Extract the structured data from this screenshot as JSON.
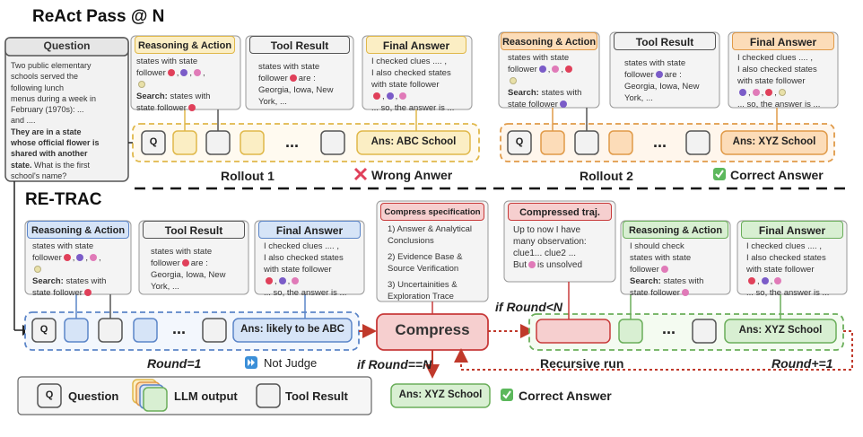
{
  "titles": {
    "react": "ReAct  Pass @ N",
    "retrac": "RE-TRAC"
  },
  "question": {
    "header": "Question",
    "lines": [
      "Two public elementary",
      "schools  served the",
      "following lunch",
      "menus during a week in",
      "February (1970s):  ...",
      "and ...."
    ],
    "bold_lines": [
      "They are in a state",
      "whose official flower is",
      "shared with another",
      "state.",
      "What is the first"
    ],
    "tail": "school's name?"
  },
  "reasoning": {
    "header": "Reasoning & Action",
    "line1": "states with state",
    "line2": "follower",
    "search_label": "Search:",
    "search_rest": "states  with",
    "line4": "state follower"
  },
  "reasoning_green": {
    "header": "Reasoning & Action",
    "line1": "I should check",
    "line2": "states with state",
    "line3": "follower",
    "search_label": "Search:",
    "search_rest": "states with",
    "line5": "state follower"
  },
  "tool": {
    "header": "Tool Result",
    "line1": "states with state",
    "line2a": "follower",
    "line2b": "are :",
    "line3": "Georgia, Iowa, New",
    "line4": "York,  ..."
  },
  "final": {
    "header": "Final Answer",
    "line1": "I checked clues .... ,",
    "line2": "I also checked states",
    "line3": "with state follower",
    "line5": "...  so, the answer is  ..."
  },
  "rollouts": {
    "r1_answer": "Ans:  ABC School",
    "r2_answer": "Ans:  XYZ School",
    "r1_label": "Rollout 1",
    "r2_label": "Rollout 2",
    "wrong": "Wrong Anwer",
    "correct": "Correct Answer",
    "dots": "...",
    "q": "Q"
  },
  "retrac": {
    "answer": "Ans: likely to be ABC",
    "round1": "Round=1",
    "not_judge": "Not Judge",
    "compress": "Compress",
    "if_eq": "if Round==N",
    "if_lt": "if Round<N",
    "recursive": "Recursive run",
    "round_inc": "Round+=1",
    "final_answer": "Ans: XYZ School",
    "correct": "Correct Answer",
    "green_answer": "Ans: XYZ School"
  },
  "compress_spec": {
    "header": "Compress specification",
    "items": [
      "1) Answer & Analytical",
      "Conclusions",
      "2) Evidence Base &",
      "Source Verification",
      "3) Uncertainities &",
      "Exploration Trace"
    ]
  },
  "compressed_traj": {
    "header": "Compressed traj.",
    "line1": "Up to now I have",
    "line2": "many observation:",
    "line3": "clue1... clue2 ...",
    "line4a": "But",
    "line4b": "is unsolved"
  },
  "legend": {
    "q": "Q",
    "question": "Question",
    "llm": "LLM output",
    "tool": "Tool Result"
  },
  "colors": {
    "yellow_fill": "#fbeec4",
    "yellow_border": "#e0b84a",
    "orange_fill": "#fcdcb8",
    "orange_border": "#e09a48",
    "blue_fill": "#d6e4f7",
    "blue_border": "#5b85c8",
    "red_fill": "#f6cfcf",
    "red_border": "#c83a3a",
    "green_fill": "#d8efd2",
    "green_border": "#6aae5a",
    "gray_fill": "#efefef",
    "gray_border": "#555555"
  }
}
